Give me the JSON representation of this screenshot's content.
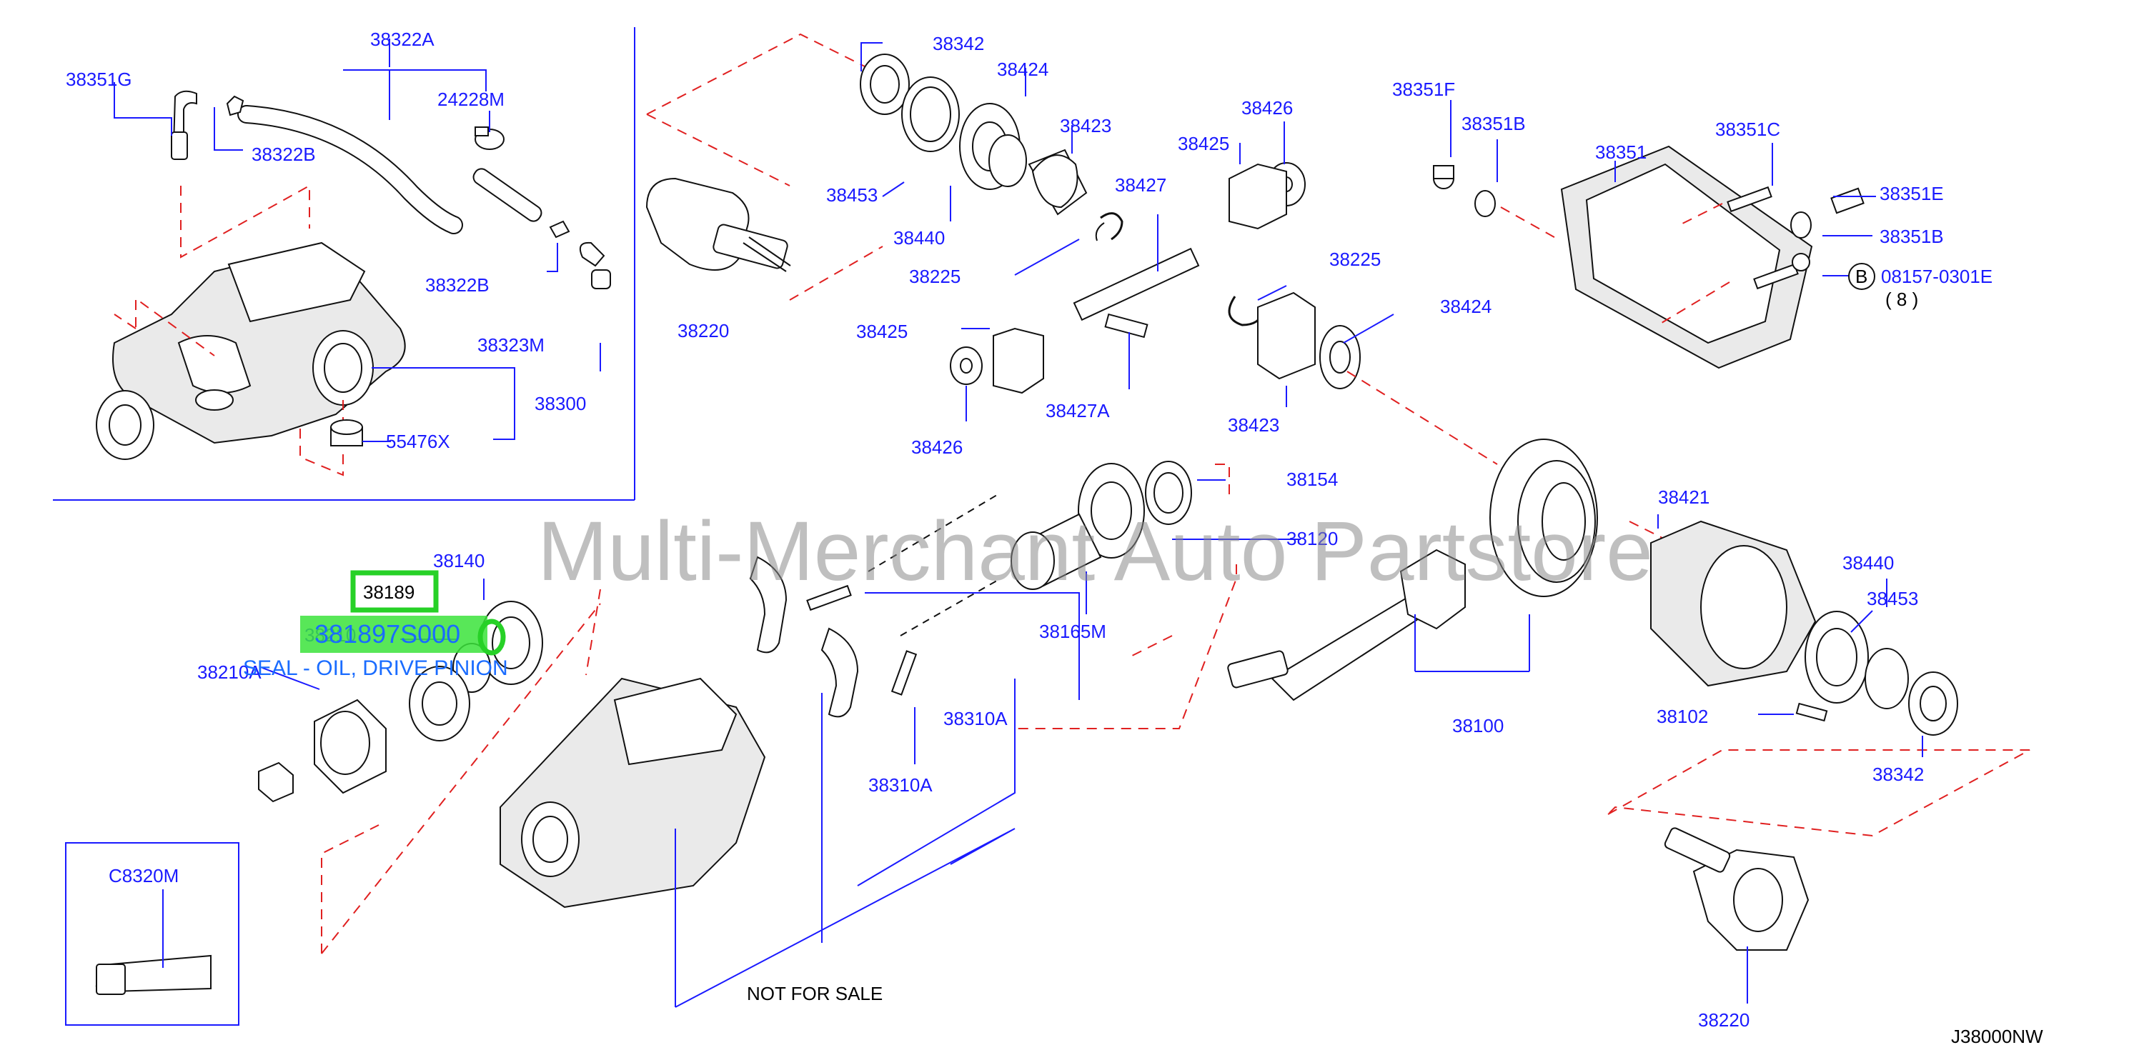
{
  "watermark": "Multi-Merchant Auto Partstore",
  "diagram_code": "J38000NW",
  "not_for_sale": "NOT   FOR   SALE",
  "highlight": {
    "selected_label": "38189",
    "part_number": "381897S000",
    "description": "SEAL - OIL, DRIVE PINION",
    "accent_color": "#3be33b"
  },
  "callouts": [
    {
      "id": "38322A",
      "text": "38322A"
    },
    {
      "id": "38351G",
      "text": "38351G"
    },
    {
      "id": "24228M",
      "text": "24228M"
    },
    {
      "id": "38322B-a",
      "text": "38322B"
    },
    {
      "id": "38322B-b",
      "text": "38322B"
    },
    {
      "id": "38323M",
      "text": "38323M"
    },
    {
      "id": "38300",
      "text": "38300"
    },
    {
      "id": "55476X",
      "text": "55476X"
    },
    {
      "id": "38342-a",
      "text": "38342"
    },
    {
      "id": "38424-a",
      "text": "38424"
    },
    {
      "id": "38423-a",
      "text": "38423"
    },
    {
      "id": "38453-a",
      "text": "38453"
    },
    {
      "id": "38440-a",
      "text": "38440"
    },
    {
      "id": "38427",
      "text": "38427"
    },
    {
      "id": "38225-a",
      "text": "38225"
    },
    {
      "id": "38220-a",
      "text": "38220"
    },
    {
      "id": "38425-a",
      "text": "38425"
    },
    {
      "id": "38426-a",
      "text": "38426"
    },
    {
      "id": "38427A",
      "text": "38427A"
    },
    {
      "id": "38426-b",
      "text": "38426"
    },
    {
      "id": "38425-b",
      "text": "38425"
    },
    {
      "id": "38225-b",
      "text": "38225"
    },
    {
      "id": "38424-b",
      "text": "38424"
    },
    {
      "id": "38423-b",
      "text": "38423"
    },
    {
      "id": "38351F",
      "text": "38351F"
    },
    {
      "id": "38351B-a",
      "text": "38351B"
    },
    {
      "id": "38351",
      "text": "38351"
    },
    {
      "id": "38351C",
      "text": "38351C"
    },
    {
      "id": "38351E",
      "text": "38351E"
    },
    {
      "id": "38351B-b",
      "text": "38351B"
    },
    {
      "id": "08157",
      "text": "08157-0301E"
    },
    {
      "id": "qty8",
      "text": "( 8 )"
    },
    {
      "id": "38154",
      "text": "38154"
    },
    {
      "id": "38120",
      "text": "38120"
    },
    {
      "id": "38165M",
      "text": "38165M"
    },
    {
      "id": "38140",
      "text": "38140"
    },
    {
      "id": "38210",
      "text": "38210"
    },
    {
      "id": "38210A",
      "text": "38210A"
    },
    {
      "id": "38310A-a",
      "text": "38310A"
    },
    {
      "id": "38310A-b",
      "text": "38310A"
    },
    {
      "id": "38100",
      "text": "38100"
    },
    {
      "id": "38421",
      "text": "38421"
    },
    {
      "id": "38440-b",
      "text": "38440"
    },
    {
      "id": "38453-b",
      "text": "38453"
    },
    {
      "id": "38102",
      "text": "38102"
    },
    {
      "id": "38342-b",
      "text": "38342"
    },
    {
      "id": "38220-b",
      "text": "38220"
    },
    {
      "id": "C8320M",
      "text": "C8320M"
    }
  ],
  "bolt_marker": "B"
}
